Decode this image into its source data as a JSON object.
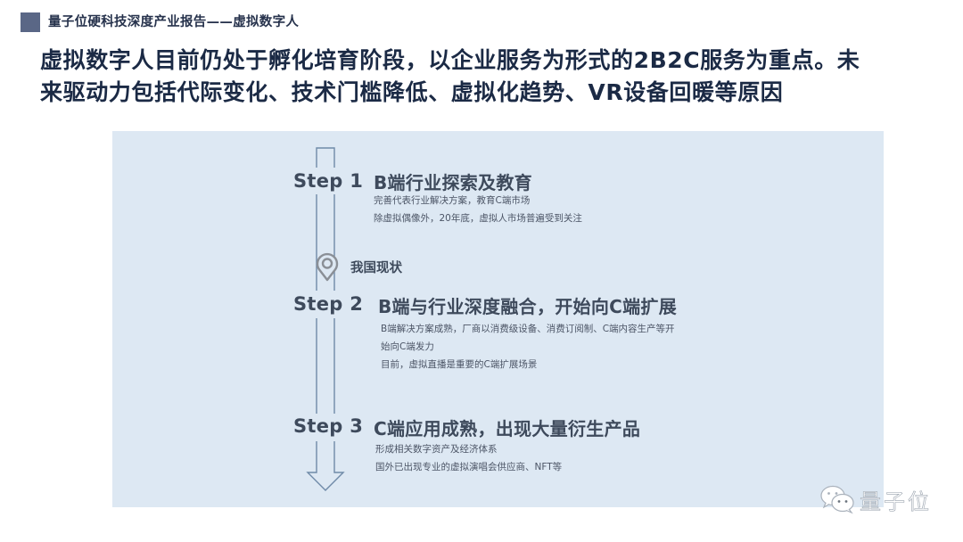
{
  "header": {
    "title": "量子位硬科技深度产业报告——虚拟数字人",
    "accent_color": "#5a6786"
  },
  "headline": {
    "line1": "虚拟数字人目前仍处于孵化培育阶段，以企业服务为形式的2B2C服务为重点。未",
    "line2": "来驱动力包括代际变化、技术门槛降低、虚拟化趋势、VR设备回暖等原因"
  },
  "panel": {
    "background_color": "#dde8f3",
    "status_marker": {
      "icon": "location-pin-icon",
      "label": "我国现状"
    },
    "steps": [
      {
        "label": "Step 1",
        "title": "B端行业探索及教育",
        "bullets": [
          "完善代表行业解决方案，教育C端市场",
          "除虚拟偶像外，20年底，虚拟人市场普遍受到关注"
        ]
      },
      {
        "label": "Step 2",
        "title": "B端与行业深度融合，开始向C端扩展",
        "bullets": [
          "B端解决方案成熟，厂商以消费级设备、消费订阅制、C端内容生产等开",
          "始向C端发力",
          "目前，虚拟直播是重要的C端扩展场景"
        ]
      },
      {
        "label": "Step 3",
        "title": "C端应用成熟，出现大量衍生产品",
        "bullets": [
          "形成相关数字资产及经济体系",
          "国外已出现专业的虚拟演唱会供应商、NFT等"
        ]
      }
    ]
  },
  "watermark": {
    "icon": "wechat-icon",
    "text": "量子位"
  }
}
